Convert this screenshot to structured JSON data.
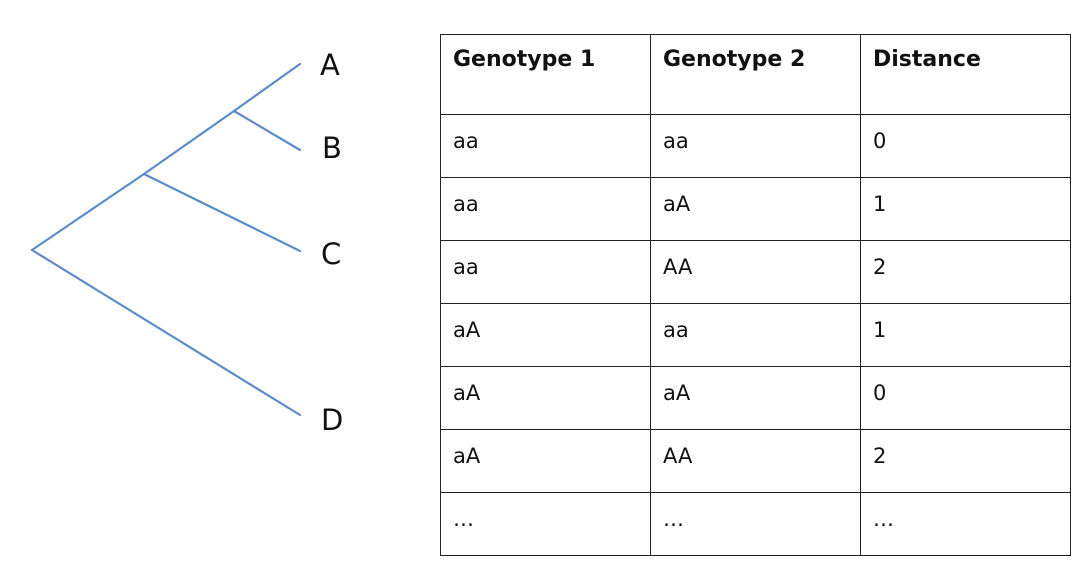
{
  "tree": {
    "leaves": [
      "A",
      "B",
      "C",
      "D"
    ],
    "branch_color": "#5b8cc9"
  },
  "table": {
    "headers": [
      "Genotype 1",
      "Genotype 2",
      "Distance"
    ],
    "rows": [
      [
        "aa",
        "aa",
        "0"
      ],
      [
        "aa",
        "aA",
        "1"
      ],
      [
        "aa",
        "AA",
        "2"
      ],
      [
        "aA",
        "aa",
        "1"
      ],
      [
        "aA",
        "aA",
        "0"
      ],
      [
        "aA",
        "AA",
        "2"
      ],
      [
        "…",
        "…",
        "…"
      ]
    ]
  }
}
